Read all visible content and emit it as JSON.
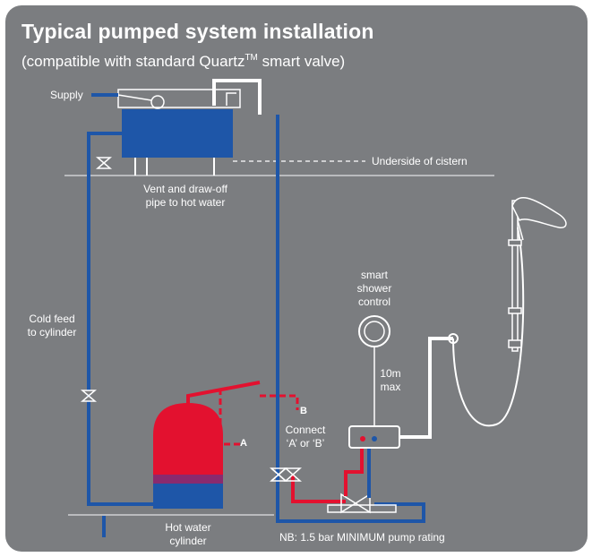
{
  "title": "Typical pumped system installation",
  "subtitle_main": "(compatible with standard Quartz",
  "subtitle_tm": "TM",
  "subtitle_end": " smart valve)",
  "labels": {
    "supply": "Supply",
    "underside_of_cistern": "Underside of cistern",
    "vent_line1": "Vent and draw-off",
    "vent_line2": "pipe to hot water",
    "cold_feed_line1": "Cold feed",
    "cold_feed_line2": "to cylinder",
    "smart_line1": "smart",
    "smart_line2": "shower",
    "smart_line3": "control",
    "distance_line1": "10m",
    "distance_line2": "max",
    "point_a": "A",
    "point_b": "B",
    "connect_line1": "Connect",
    "connect_line2": "‘A’ or ‘B’",
    "hot_water_line1": "Hot water",
    "hot_water_line2": "cylinder",
    "pump_note": "NB: 1.5 bar MINIMUM pump rating"
  },
  "colors": {
    "panel": "#7b7d80",
    "cold_pipe": "#1e56a8",
    "hot_pipe": "#e3112f",
    "white": "#ffffff",
    "line": "#cfd0d2"
  }
}
